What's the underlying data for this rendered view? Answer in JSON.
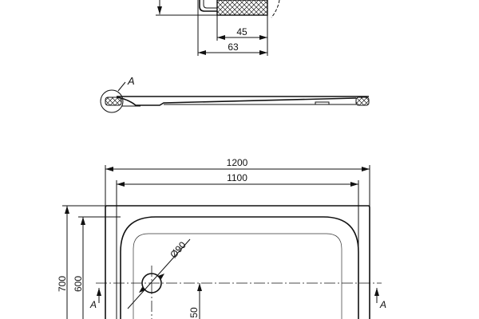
{
  "detail": {
    "dim_inner": "45",
    "dim_outer": "63"
  },
  "section": {
    "label": "A"
  },
  "plan": {
    "width_outer": "1200",
    "width_inner": "1100",
    "height_outer": "700",
    "height_inner": "600",
    "drain_diameter": "Ø90",
    "drain_offset": "50",
    "section_mark_left": "A",
    "section_mark_right": "A"
  }
}
